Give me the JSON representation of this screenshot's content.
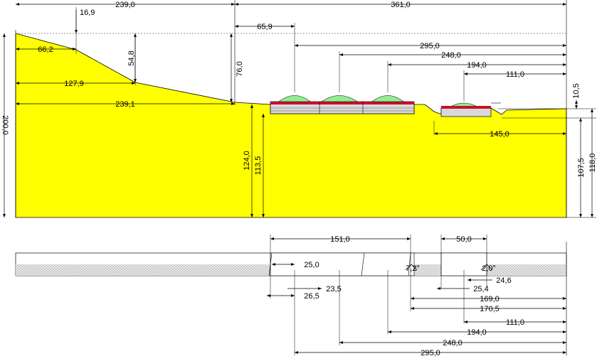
{
  "colors": {
    "ground": "#ffff00",
    "outline": "#000000",
    "slab_top": "#c8102e",
    "slab_body": "#d9d9d9",
    "ballast": "#90ee90",
    "strip": "#e8e8e8"
  },
  "section": {
    "dims": {
      "d_239_0": "239,0",
      "d_361_0": "361,0",
      "d_16_9": "16,9",
      "d_66_2": "66,2",
      "d_54_8": "54,8",
      "d_127_9": "127,9",
      "d_239_1": "239,1",
      "d_65_9": "65,9",
      "d_76_0": "76,0",
      "d_295_0": "295,0",
      "d_248_0": "248,0",
      "d_194_0": "194,0",
      "d_111_0": "111,0",
      "d_10_5": "10,5",
      "d_200_0": "200,0",
      "d_124_0": "124,0",
      "d_113_5": "113,5",
      "d_145_0": "145,0",
      "d_107_5": "107,5",
      "d_118_0": "118,0"
    }
  },
  "plan": {
    "dims": {
      "d_151_0": "151,0",
      "d_50_0": "50,0",
      "d_25_0": "25,0",
      "a_7_2": "7,2°",
      "a_2_0": "2,0°",
      "d_23_5": "23,5",
      "d_24_6": "24,6",
      "d_26_5": "26,5",
      "d_25_4": "25,4",
      "d_169_0": "169,0",
      "d_170_5": "170,5",
      "d_111_0": "111,0",
      "d_194_0": "194,0",
      "d_248_0": "248,0",
      "d_295_0": "295,0"
    }
  }
}
